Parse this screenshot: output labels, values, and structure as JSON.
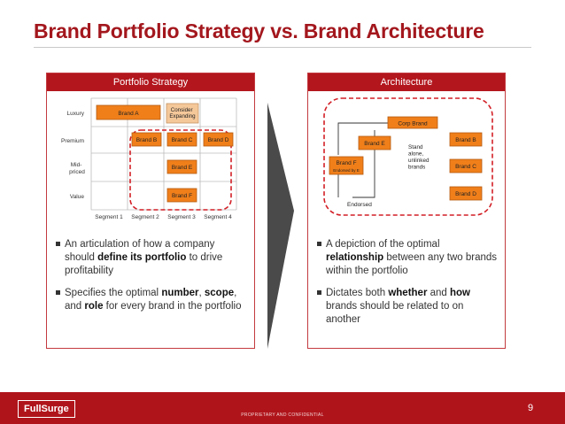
{
  "title": "Brand Portfolio Strategy vs. Brand Architecture",
  "left_panel": {
    "header": "Portfolio Strategy",
    "rows": [
      "Luxury",
      "Premium",
      "Mid-\npriced",
      "Value"
    ],
    "columns": [
      "Segment 1",
      "Segment 2",
      "Segment 3",
      "Segment 4"
    ],
    "brands": {
      "a": "Brand A",
      "consider": "Consider\nExpanding",
      "b": "Brand B",
      "c": "Brand C",
      "d": "Brand D",
      "e": "Brand E",
      "f": "Brand F"
    },
    "bullets": [
      {
        "pre": "An articulation of how a company should ",
        "bold": "define its portfolio",
        "post": " to drive profitability"
      },
      {
        "pre": "Specifies the optimal ",
        "bold1": "number",
        "mid1": ", ",
        "bold2": "scope",
        "mid2": ", and ",
        "bold3": "role",
        "post": " for every brand in the portfolio"
      }
    ]
  },
  "right_panel": {
    "header": "Architecture",
    "corp": "Corp Brand",
    "brand_e": "Brand E",
    "brand_f": "Brand F",
    "endorsed_by": "Endorsed by E",
    "stand_alone": "Stand\nalone,\nunlinked\nbrands",
    "brand_b": "Brand B",
    "brand_c": "Brand C",
    "brand_d": "Brand D",
    "endorsed": "Endorsed",
    "bullets": [
      {
        "pre": "A depiction of the optimal ",
        "bold": "relationship",
        "post": " between any two brands within the portfolio"
      },
      {
        "pre": "Dictates both ",
        "bold1": "whether",
        "mid": " and ",
        "bold2": "how",
        "post": " brands should be related to on another"
      }
    ]
  },
  "footer": {
    "logo": "FullSurge",
    "note": "PROPRIETARY AND CONFIDENTIAL",
    "page": "9"
  },
  "colors": {
    "brand_red": "#a3171d",
    "box_orange": "#f07f1a",
    "consider_beige": "#f5c89a"
  }
}
